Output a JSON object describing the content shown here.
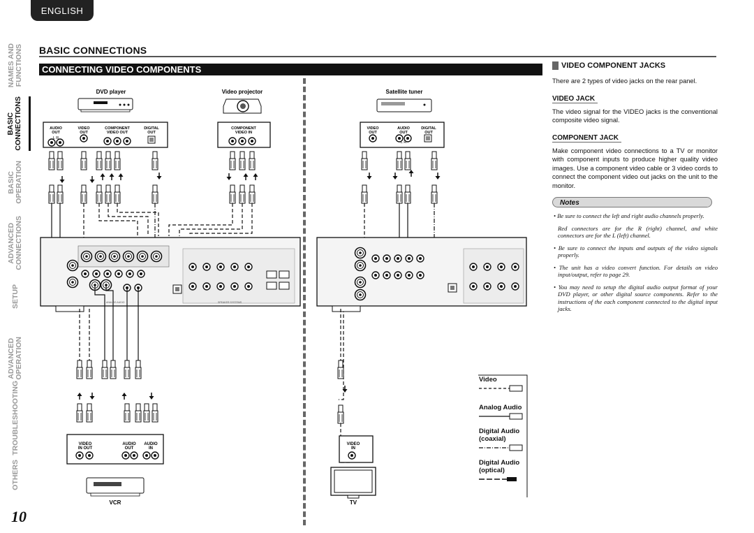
{
  "header": {
    "language_tab": "ENGLISH"
  },
  "sidebar": {
    "items": [
      {
        "label": "NAMES AND\nFUNCTIONS",
        "active": false
      },
      {
        "label": "BASIC\nCONNECTIONS",
        "active": true
      },
      {
        "label": "BASIC\nOPERATION",
        "active": false
      },
      {
        "label": "ADVANCED\nCONNECTIONS",
        "active": false
      },
      {
        "label": "SETUP",
        "active": false
      },
      {
        "label": "ADVANCED\nOPERATION",
        "active": false
      },
      {
        "label": "TROUBLESHOOTING",
        "active": false
      },
      {
        "label": "OTHERS",
        "active": false
      }
    ]
  },
  "page": {
    "section_title": "BASIC CONNECTIONS",
    "heading": "CONNECTING VIDEO COMPONENTS",
    "page_number": "10"
  },
  "diagram": {
    "dvd_player": "DVD player",
    "video_projector": "Video projector",
    "satellite_tuner": "Satellite tuner",
    "vcr": "VCR",
    "tv": "TV",
    "dvd_jacks": [
      "AUDIO\nOUT",
      "VIDEO\nOUT",
      "COMPONENT\nVIDEO OUT",
      "DIGITAL\nOUT"
    ],
    "lr": "L  R",
    "projector_jack": "COMPONENT\nVIDEO IN",
    "sat_jacks": [
      "VIDEO\nOUT",
      "AUDIO\nOUT",
      "DIGITAL\nOUT"
    ],
    "vcr_jacks": [
      "VIDEO\nIN  OUT",
      "AUDIO\nOUT",
      "AUDIO\nIN"
    ],
    "tv_jack": "VIDEO\nIN"
  },
  "right_panel": {
    "title": "VIDEO COMPONENT JACKS",
    "intro": "There are 2 types of video jacks on the rear panel.",
    "video_jack_heading": "VIDEO JACK",
    "video_jack_text": "The video signal for the VIDEO jacks is the conventional composite video signal.",
    "component_jack_heading": "COMPONENT JACK",
    "component_jack_text": "Make component video connections to a TV or monitor with component inputs to produce higher quality video images. Use a component video cable or 3 video cords to connect the component video out jacks on the unit to the monitor.",
    "notes_label": "Notes",
    "notes": [
      "• Be sure to connect the left and right audio channels properly.",
      "Red connectors are for the R (right) channel, and white connectors are for the L (left) channel.",
      "• Be sure to connect the inputs and outputs of the video signals properly.",
      "• The unit has a video convert function. For details on video input/output, refer to page 29.",
      "• You may need to setup the digital audio output format of your DVD player, or other digital source components. Refer to the instructions of the each component connected to the digital input jacks."
    ]
  },
  "legend": {
    "items": [
      {
        "label": "Video",
        "line": "dash"
      },
      {
        "label": "Analog Audio",
        "line": "solid"
      },
      {
        "label": "Digital Audio\n(coaxial)",
        "line": "dashdot"
      },
      {
        "label": "Digital Audio\n(optical)",
        "line": "longdash"
      }
    ]
  }
}
